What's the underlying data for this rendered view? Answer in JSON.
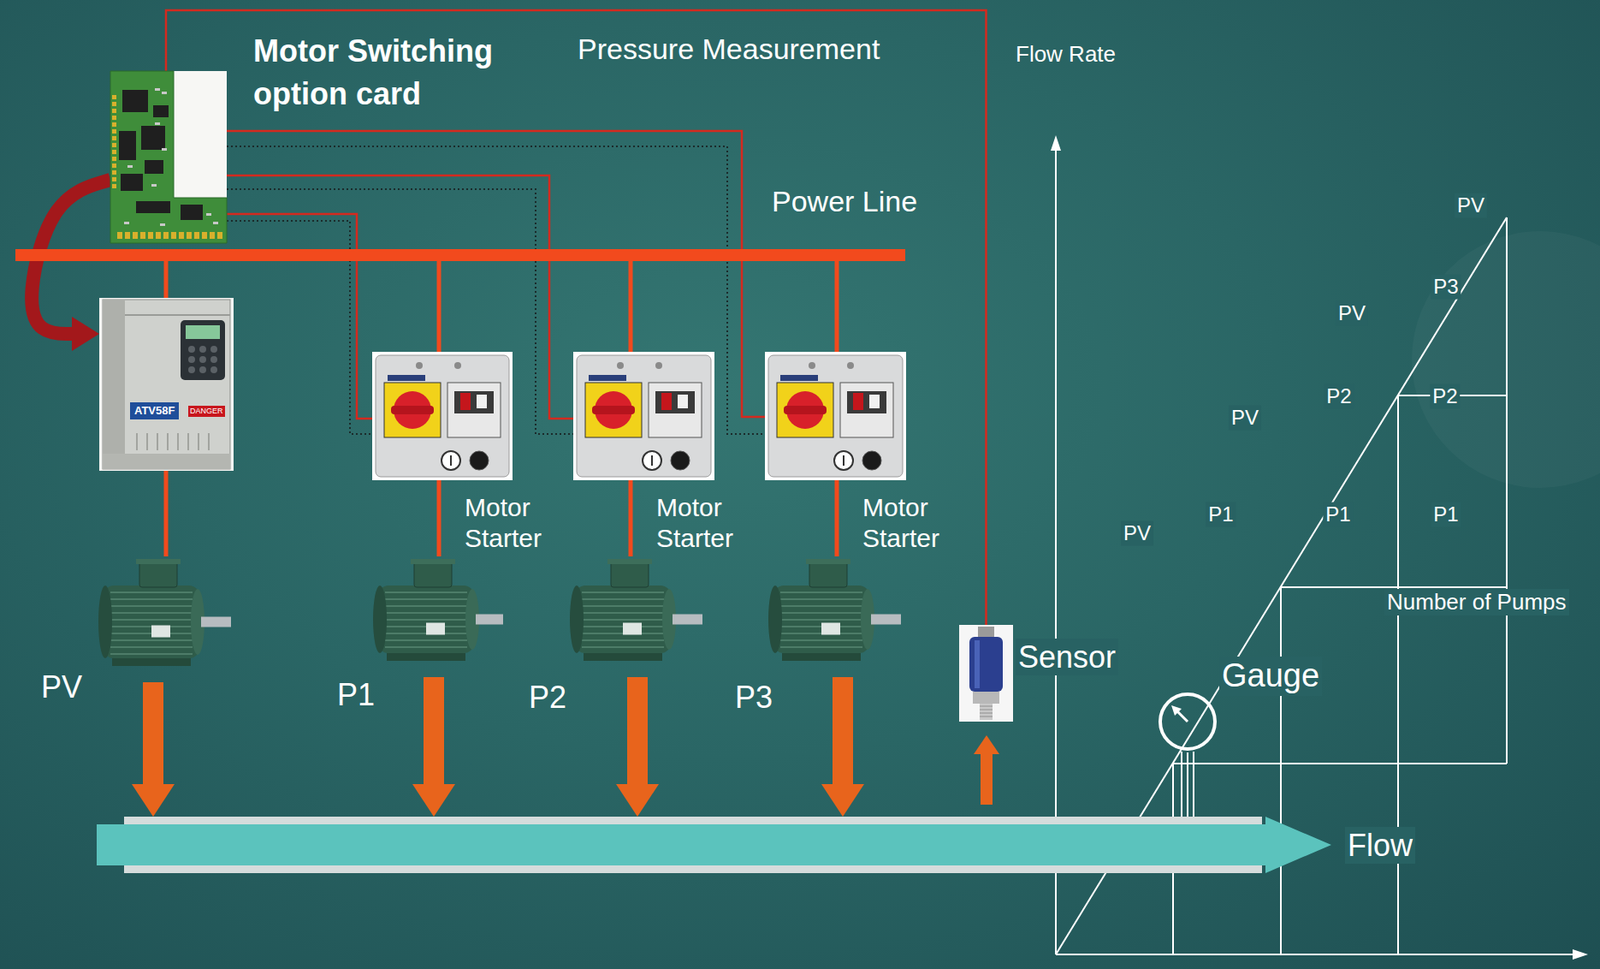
{
  "diagram": {
    "nodes": [
      {
        "text": [
          "Motor Switching option card"
        ]
      },
      {
        "text": [
          "Power Line"
        ]
      },
      {
        "text": [
          "ATV58F",
          "DANGER"
        ]
      },
      {
        "text": [
          "Motor Starter"
        ]
      },
      {
        "text": [
          "Motor Starter"
        ]
      },
      {
        "text": [
          "Motor Starter"
        ]
      },
      {
        "text": [
          "PV"
        ]
      },
      {
        "text": [
          "P1"
        ]
      },
      {
        "text": [
          "P2"
        ]
      },
      {
        "text": [
          "P3"
        ]
      },
      {
        "text": [
          "Sensor"
        ]
      },
      {
        "text": [
          "Flow"
        ]
      },
      {
        "text": [
          "Gauge"
        ]
      }
    ],
    "edges": [
      {
        "from": 0,
        "to": 2,
        "arrow": "to"
      },
      {
        "from": 0,
        "to": 3,
        "arrow": "none"
      },
      {
        "from": 0,
        "to": 4,
        "arrow": "none"
      },
      {
        "from": 0,
        "to": 5,
        "arrow": "none"
      },
      {
        "from": 10,
        "to": 0,
        "arrow": "none"
      },
      {
        "from": 1,
        "to": 2,
        "arrow": "none"
      },
      {
        "from": 1,
        "to": 3,
        "arrow": "none"
      },
      {
        "from": 1,
        "to": 4,
        "arrow": "none"
      },
      {
        "from": 1,
        "to": 5,
        "arrow": "none"
      },
      {
        "from": 2,
        "to": 6,
        "arrow": "none"
      },
      {
        "from": 3,
        "to": 7,
        "arrow": "none"
      },
      {
        "from": 4,
        "to": 8,
        "arrow": "none"
      },
      {
        "from": 5,
        "to": 9,
        "arrow": "none"
      },
      {
        "from": 6,
        "to": 11,
        "arrow": "to"
      },
      {
        "from": 7,
        "to": 11,
        "arrow": "to"
      },
      {
        "from": 8,
        "to": 11,
        "arrow": "to"
      },
      {
        "from": 9,
        "to": 11,
        "arrow": "to"
      },
      {
        "from": 11,
        "to": 10,
        "arrow": "to"
      },
      {
        "from": 11,
        "to": 12,
        "arrow": "none"
      }
    ],
    "labels": [
      "Pressure Measurement",
      "Flow Rate",
      "PV",
      "P3",
      "PV",
      "P2",
      "P2",
      "PV",
      "P1",
      "P1",
      "P1",
      "PV",
      "Number of Pumps"
    ]
  }
}
